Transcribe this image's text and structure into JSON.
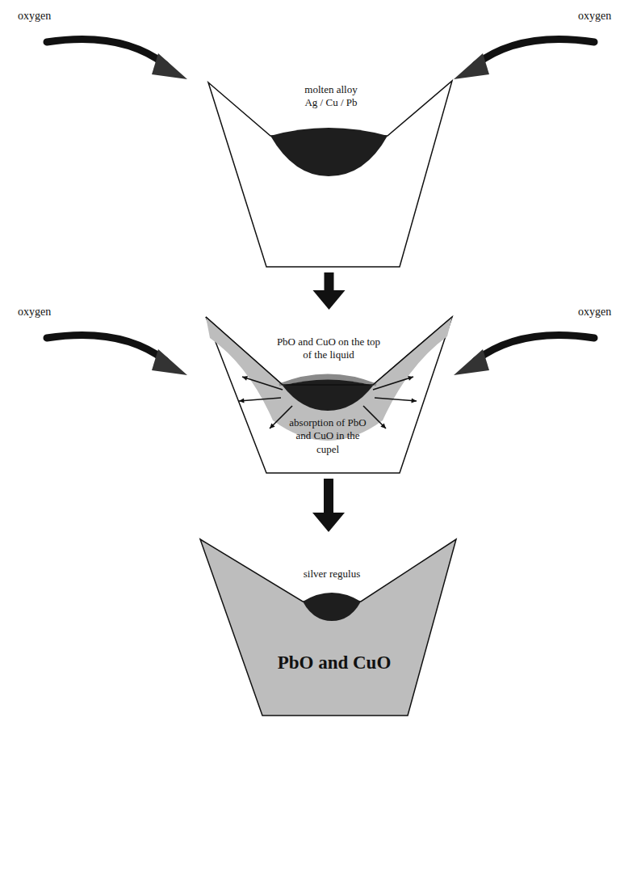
{
  "diagram": {
    "nodes": [
      {
        "text": [
          "molten alloy Ag / Cu / Pb"
        ]
      },
      {
        "text": [
          "PbO and CuO on the top of the liquid",
          "absorption of PbO and CuO in the cupel"
        ]
      },
      {
        "text": [
          "silver regulus",
          "PbO and CuO"
        ]
      }
    ],
    "edges": [
      {
        "from": 0,
        "to": 1,
        "arrow": "to"
      },
      {
        "from": 1,
        "to": 2,
        "arrow": "to"
      }
    ],
    "labels": [
      "oxygen",
      "oxygen",
      "oxygen",
      "oxygen"
    ]
  }
}
